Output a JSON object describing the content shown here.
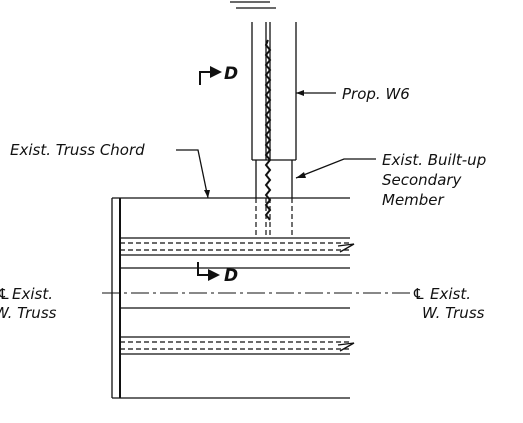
{
  "labels": {
    "prop_w6": "Prop. W6",
    "exist_truss_chord": "Exist. Truss Chord",
    "built_up_line1": "Exist. Built-up",
    "built_up_line2": "Secondary",
    "built_up_line3": "Member",
    "cl_left_line1": "Exist.",
    "cl_left_line2": "W. Truss",
    "cl_right_line1": "Exist.",
    "cl_right_line2": "W. Truss",
    "section_top": "D",
    "section_bottom": "D"
  }
}
